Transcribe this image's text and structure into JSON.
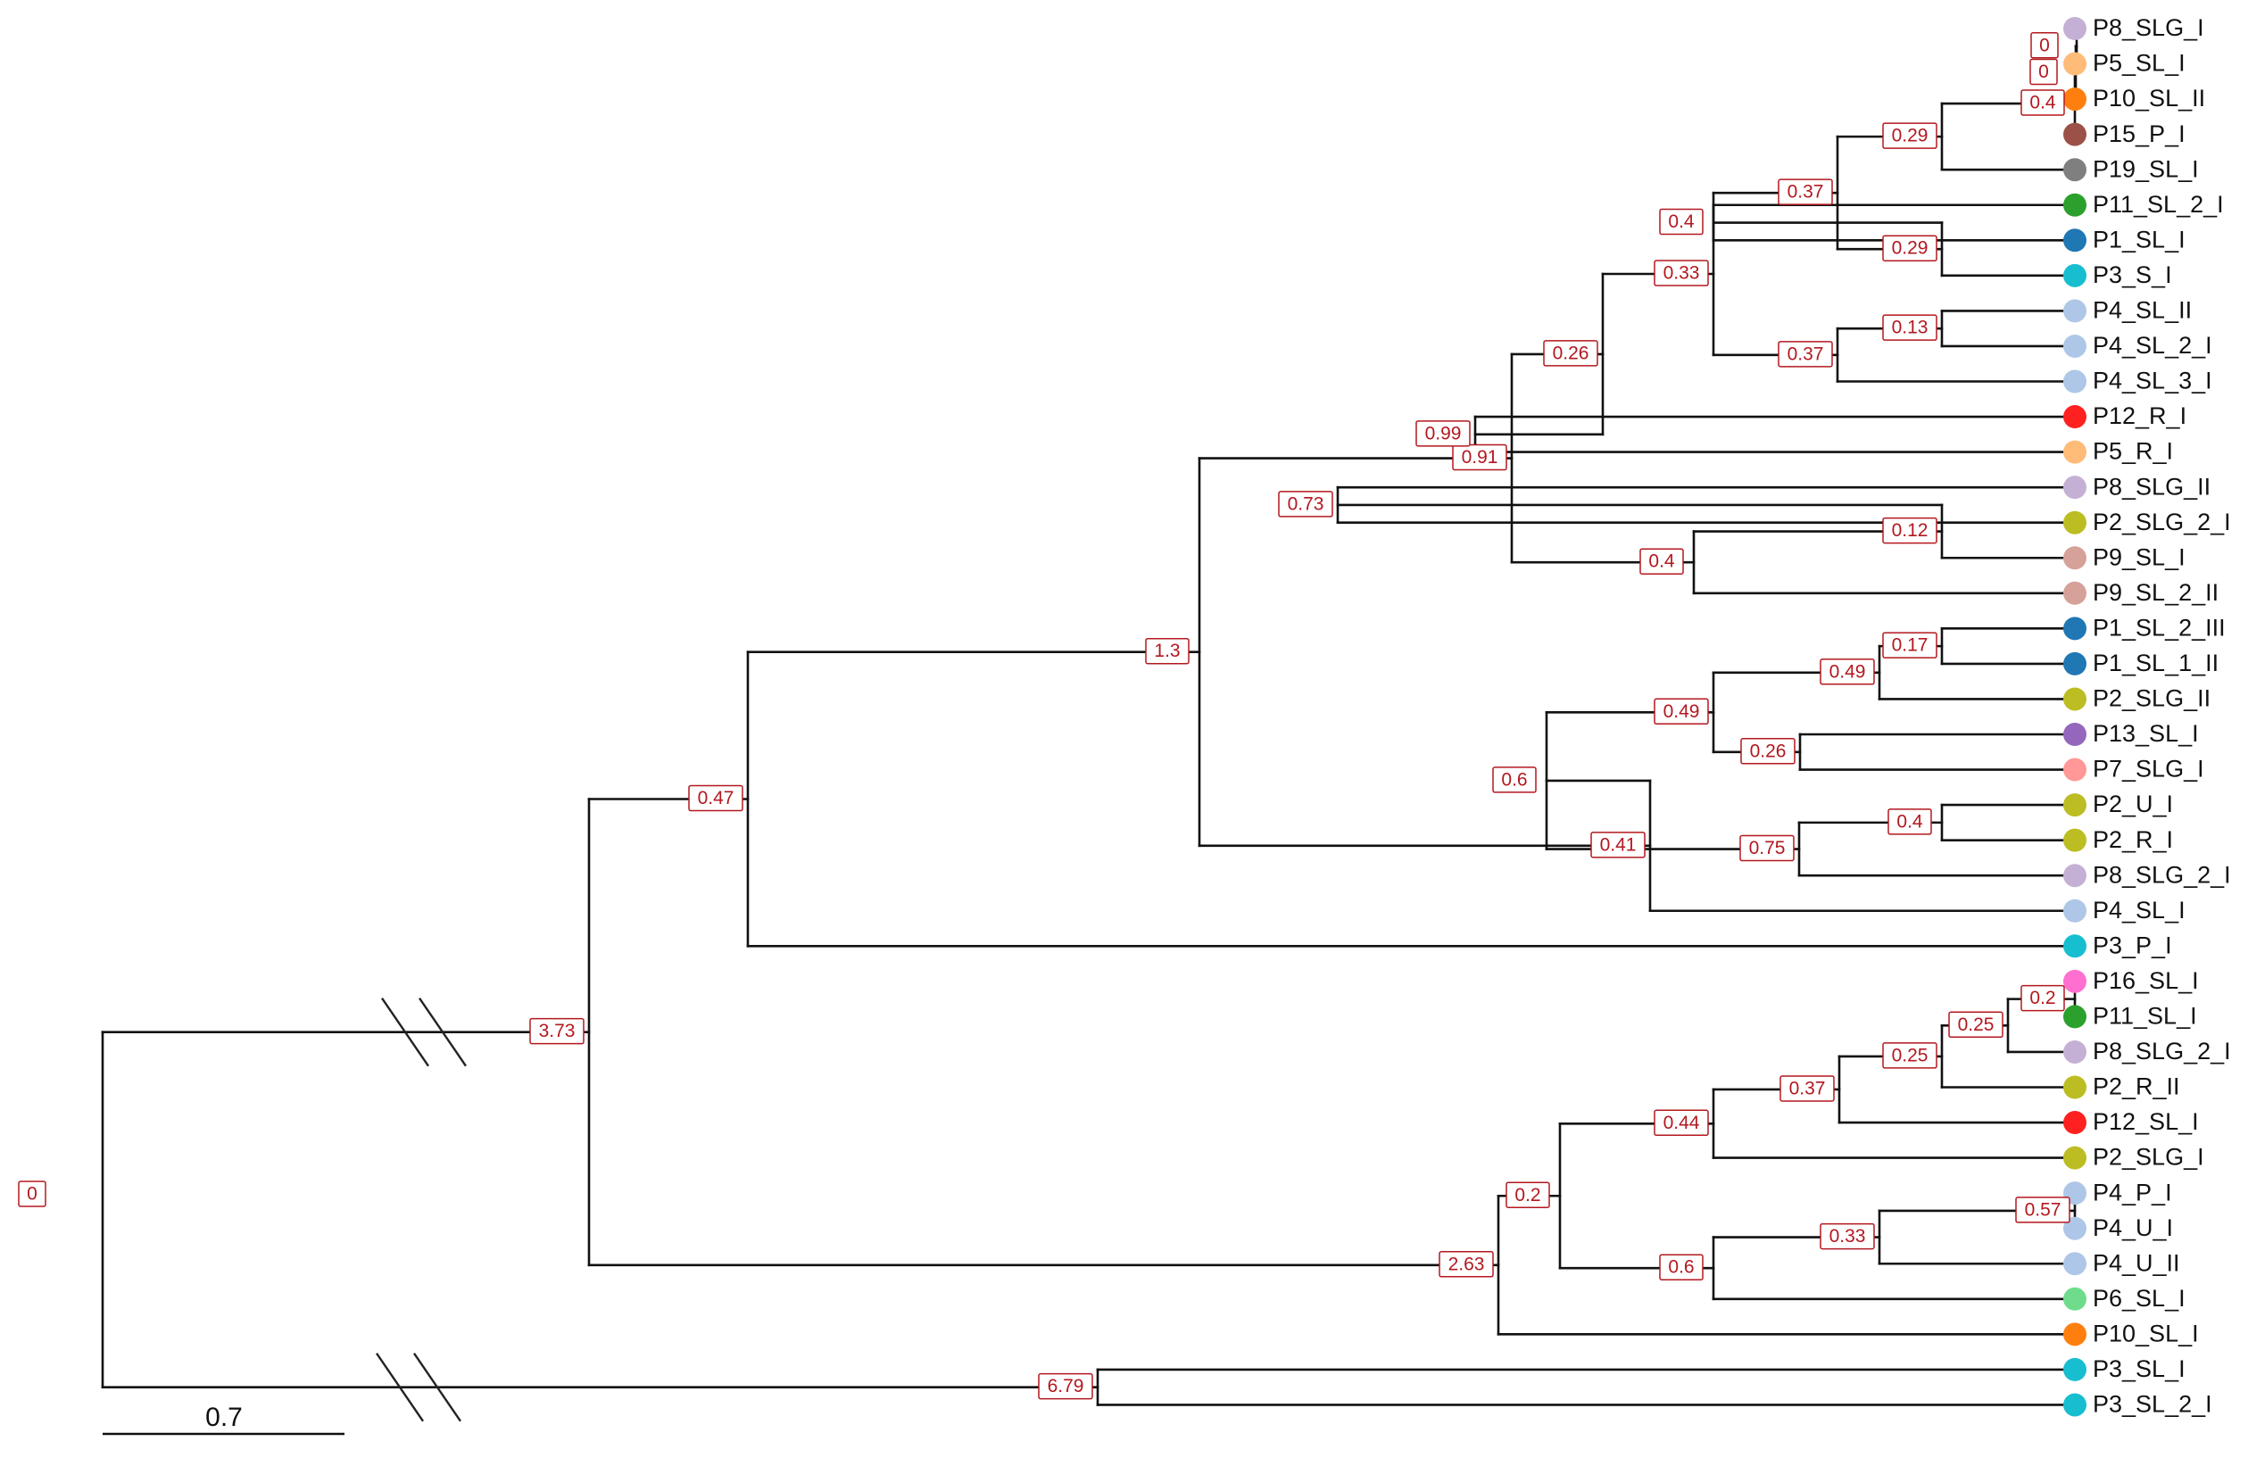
{
  "tree": {
    "scale_bar": {
      "label": "0.7"
    },
    "root": {
      "label": "0",
      "children": [
        {
          "label": "3.73",
          "children": [
            {
              "label": "0.47",
              "children": [
                {
                  "label": "1.3",
                  "children": [
                    {
                      "label": "0.91",
                      "children": [
                        {
                          "label": "0.26",
                          "children": [
                            {
                              "label": "0.33",
                              "children": [
                                {
                                  "label": "0.37",
                                  "children": [
                                    {
                                      "label": "0.29",
                                      "children": [
                                        {
                                          "label": "0.4",
                                          "children": [
                                            {
                                              "label": "0",
                                              "children": [
                                                {
                                                  "label": "0",
                                                  "children": [
                                                    {
                                                      "name": "P8_SLG_I",
                                                      "color": "#c5b0d5"
                                                    },
                                                    {
                                                      "name": "P5_SL_I",
                                                      "color": "#ffbb78"
                                                    }
                                                  ]
                                                },
                                                {
                                                  "name": "P10_SL_II",
                                                  "color": "#ff7f0e"
                                                }
                                              ]
                                            },
                                            {
                                              "name": "P15_P_I",
                                              "color": "#9c5148"
                                            }
                                          ]
                                        },
                                        {
                                          "name": "P19_SL_I",
                                          "color": "#7f7f7f"
                                        }
                                      ]
                                    },
                                    {
                                      "label": "0.29",
                                      "children": [
                                        {
                                          "label": "0.4",
                                          "children": [
                                            {
                                              "name": "P11_SL_2_I",
                                              "color": "#2ca02c"
                                            },
                                            {
                                              "name": "P1_SL_I",
                                              "color": "#1f77b4"
                                            }
                                          ]
                                        },
                                        {
                                          "name": "P3_S_I",
                                          "color": "#17becf"
                                        }
                                      ]
                                    }
                                  ]
                                },
                                {
                                  "label": "0.37",
                                  "children": [
                                    {
                                      "label": "0.13",
                                      "children": [
                                        {
                                          "name": "P4_SL_II",
                                          "color": "#aec7e8"
                                        },
                                        {
                                          "name": "P4_SL_2_I",
                                          "color": "#aec7e8"
                                        }
                                      ]
                                    },
                                    {
                                      "name": "P4_SL_3_I",
                                      "color": "#aec7e8"
                                    }
                                  ]
                                }
                              ]
                            },
                            {
                              "label": "0.99",
                              "children": [
                                {
                                  "name": "P12_R_I",
                                  "color": "#ff2020"
                                },
                                {
                                  "name": "P5_R_I",
                                  "color": "#ffbb78"
                                }
                              ]
                            }
                          ]
                        },
                        {
                          "label": "0.4",
                          "children": [
                            {
                              "label": "0.12",
                              "children": [
                                {
                                  "label": "0.73",
                                  "children": [
                                    {
                                      "name": "P8_SLG_II",
                                      "color": "#c5b0d5"
                                    },
                                    {
                                      "name": "P2_SLG_2_I",
                                      "color": "#bcbd22"
                                    }
                                  ]
                                },
                                {
                                  "name": "P9_SL_I",
                                  "color": "#d6a198"
                                }
                              ]
                            },
                            {
                              "name": "P9_SL_2_II",
                              "color": "#d6a198"
                            }
                          ]
                        }
                      ]
                    },
                    {
                      "label": "0.41",
                      "children": [
                        {
                          "label": "0.6",
                          "children": [
                            {
                              "label": "0.49",
                              "children": [
                                {
                                  "label": "0.49",
                                  "children": [
                                    {
                                      "label": "0.17",
                                      "children": [
                                        {
                                          "name": "P1_SL_2_III",
                                          "color": "#1f77b4"
                                        },
                                        {
                                          "name": "P1_SL_1_II",
                                          "color": "#1f77b4"
                                        }
                                      ]
                                    },
                                    {
                                      "name": "P2_SLG_II",
                                      "color": "#bcbd22"
                                    }
                                  ]
                                },
                                {
                                  "label": "0.26",
                                  "children": [
                                    {
                                      "name": "P13_SL_I",
                                      "color": "#9467bd"
                                    },
                                    {
                                      "name": "P7_SLG_I",
                                      "color": "#ff9896"
                                    }
                                  ]
                                }
                              ]
                            },
                            {
                              "label": "0.75",
                              "children": [
                                {
                                  "label": "0.4",
                                  "children": [
                                    {
                                      "name": "P2_U_I",
                                      "color": "#bcbd22"
                                    },
                                    {
                                      "name": "P2_R_I",
                                      "color": "#bcbd22"
                                    }
                                  ]
                                },
                                {
                                  "name": "P8_SLG_2_I",
                                  "color": "#c5b0d5"
                                }
                              ]
                            }
                          ]
                        },
                        {
                          "name": "P4_SL_I",
                          "color": "#aec7e8"
                        }
                      ]
                    }
                  ]
                },
                {
                  "name": "P3_P_I",
                  "color": "#17becf"
                }
              ]
            },
            {
              "label": "2.63",
              "children": [
                {
                  "label": "0.2",
                  "children": [
                    {
                      "label": "0.44",
                      "children": [
                        {
                          "label": "0.37",
                          "children": [
                            {
                              "label": "0.25",
                              "children": [
                                {
                                  "label": "0.25",
                                  "children": [
                                    {
                                      "label": "0.2",
                                      "children": [
                                        {
                                          "name": "P16_SL_I",
                                          "color": "#ff6fcf"
                                        },
                                        {
                                          "name": "P11_SL_I",
                                          "color": "#2ca02c"
                                        }
                                      ]
                                    },
                                    {
                                      "name": "P8_SLG_2_I",
                                      "color": "#c5b0d5"
                                    }
                                  ]
                                },
                                {
                                  "name": "P2_R_II",
                                  "color": "#bcbd22"
                                }
                              ]
                            },
                            {
                              "name": "P12_SL_I",
                              "color": "#ff2020"
                            }
                          ]
                        },
                        {
                          "name": "P2_SLG_I",
                          "color": "#bcbd22"
                        }
                      ]
                    },
                    {
                      "label": "0.6",
                      "children": [
                        {
                          "label": "0.33",
                          "children": [
                            {
                              "label": "0.57",
                              "children": [
                                {
                                  "name": "P4_P_I",
                                  "color": "#aec7e8"
                                },
                                {
                                  "name": "P4_U_I",
                                  "color": "#aec7e8"
                                }
                              ]
                            },
                            {
                              "name": "P4_U_II",
                              "color": "#aec7e8"
                            }
                          ]
                        },
                        {
                          "name": "P6_SL_I",
                          "color": "#6fdc8c"
                        }
                      ]
                    }
                  ]
                },
                {
                  "name": "P10_SL_I",
                  "color": "#ff7f0e"
                }
              ]
            }
          ]
        },
        {
          "label": "6.79",
          "children": [
            {
              "name": "P3_SL_I",
              "color": "#17becf"
            },
            {
              "name": "P3_SL_2_I",
              "color": "#17becf"
            }
          ]
        }
      ]
    }
  }
}
